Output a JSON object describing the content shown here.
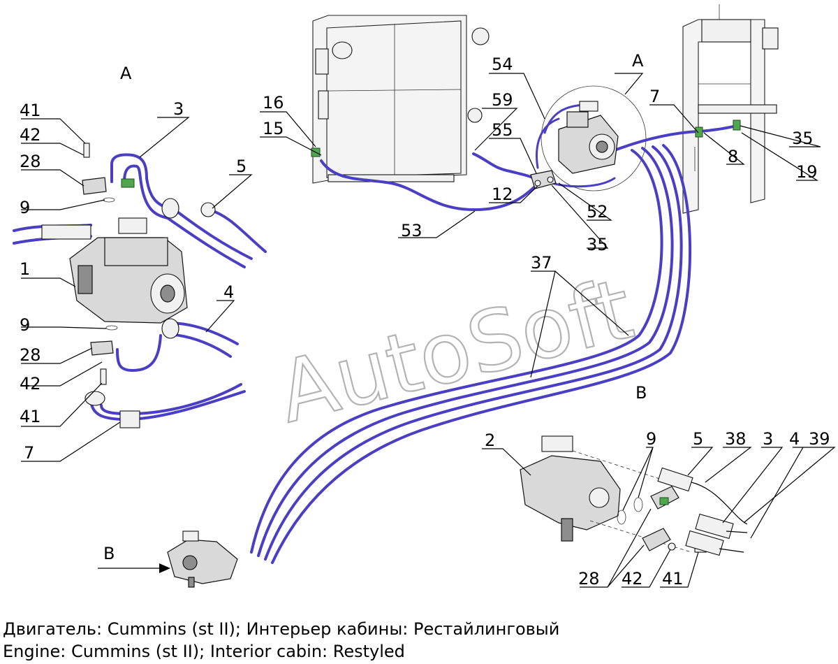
{
  "watermark": "AutoSoft",
  "view_labels": {
    "view_a_left": "A",
    "view_a_main": "A",
    "view_b": "B",
    "view_b_arrow": "B"
  },
  "callouts": {
    "left": [
      "41",
      "42",
      "28",
      "9",
      "1",
      "3",
      "5",
      "4",
      "9",
      "28",
      "42",
      "41",
      "7"
    ],
    "main": [
      "16",
      "15",
      "54",
      "59",
      "55",
      "12",
      "53",
      "52",
      "35",
      "7",
      "35",
      "8",
      "19",
      "37"
    ],
    "b_view": [
      "2",
      "9",
      "5",
      "38",
      "3",
      "4",
      "39",
      "28",
      "42",
      "41"
    ]
  },
  "captions": {
    "line_ru": "Двигатель: Cummins (st II); Интерьер кабины: Рестайлинговый",
    "line_en": "Engine: Cummins (st II); Interior cabin: Restyled"
  },
  "colors": {
    "hose": "#4a3fc4",
    "ink": "#000000",
    "watermark": "#9a9a9a"
  }
}
